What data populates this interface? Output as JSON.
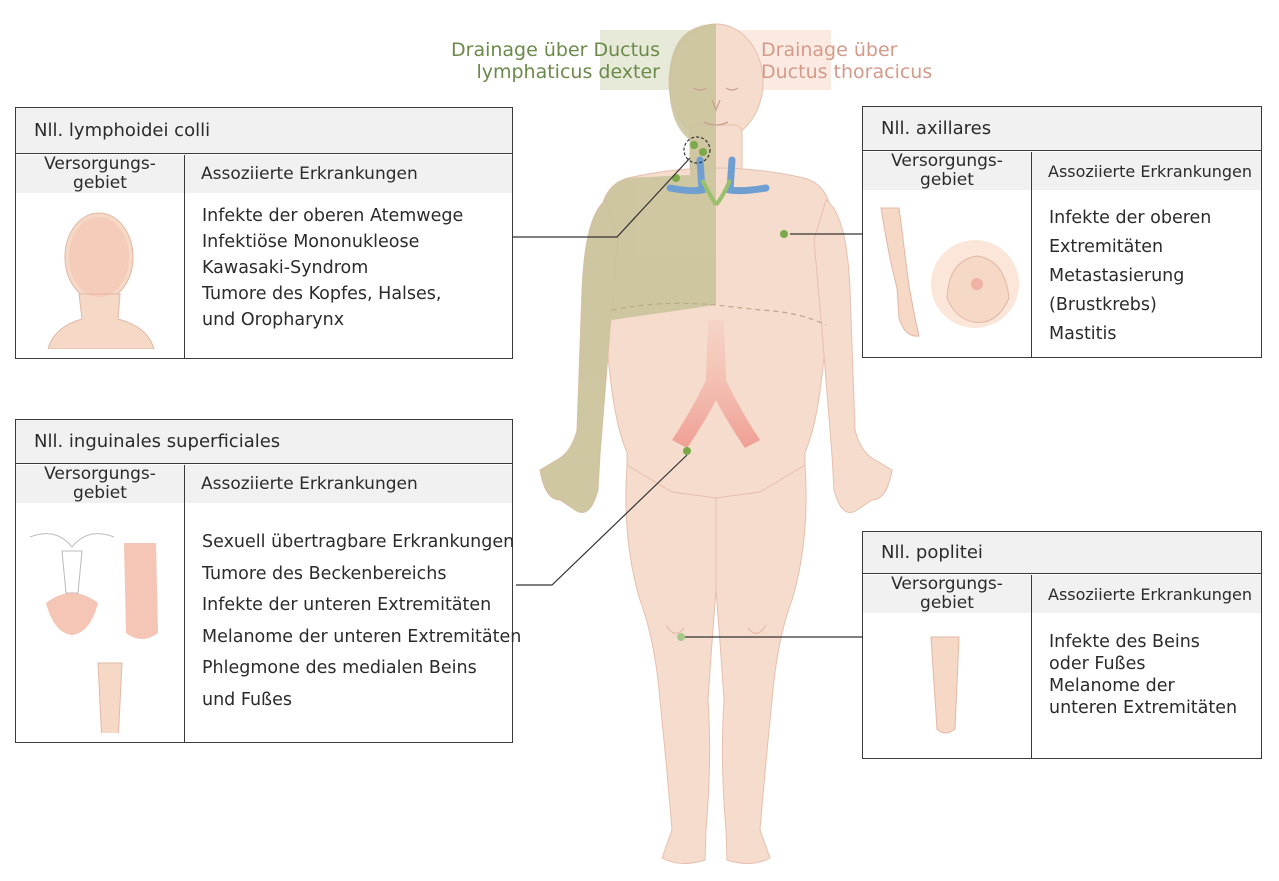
{
  "legend": {
    "right_duct": [
      "Drainage über Ductus",
      "lymphaticus dexter"
    ],
    "thoracic_duct": [
      "Drainage über",
      "Ductus thoracicus"
    ]
  },
  "colors": {
    "right_duct_region": "#c8c29a",
    "thoracic_region": "#f5d9c8",
    "lymph_node": "#7aa84a",
    "vein": "#6f9fd0",
    "right_duct_text": "#6b8a4a",
    "thoracic_text": "#d49a8a",
    "box_border": "#3a3a3a",
    "header_bg": "#f1f1f1"
  },
  "boxes": {
    "colli": {
      "title": "Nll. lymphoidei colli",
      "col_left": [
        "Versorgungs-",
        "gebiet"
      ],
      "col_right": "Assoziierte Erkrankungen",
      "items": [
        "Infekte der oberen Atemwege",
        "Infektiöse Mononukleose",
        "Kawasaki-Syndrom",
        "Tumore des Kopfes, Halses,",
        "und Oropharynx"
      ]
    },
    "axillares": {
      "title": "Nll. axillares",
      "col_left": [
        "Versorgungs-",
        "gebiet"
      ],
      "col_right": "Assoziierte Erkrankungen",
      "items": [
        "Infekte der oberen",
        "Extremitäten",
        "Metastasierung",
        "(Brustkrebs)",
        "Mastitis"
      ]
    },
    "inguinales": {
      "title": "Nll. inguinales superficiales",
      "col_left": [
        "Versorgungs-",
        "gebiet"
      ],
      "col_right": "Assoziierte Erkrankungen",
      "items": [
        "Sexuell übertragbare Erkrankungen",
        "Tumore des Beckenbereichs",
        "Infekte der unteren Extremitäten",
        "Melanome der unteren Extremitäten",
        "Phlegmone des medialen Beins",
        "und Fußes"
      ]
    },
    "poplitei": {
      "title": "Nll. poplitei",
      "col_left": [
        "Versorgungs-",
        "gebiet"
      ],
      "col_right": "Assoziierte Erkrankungen",
      "items": [
        "Infekte des Beins",
        "oder Fußes",
        "Melanome der",
        "unteren Extremitäten"
      ]
    }
  }
}
